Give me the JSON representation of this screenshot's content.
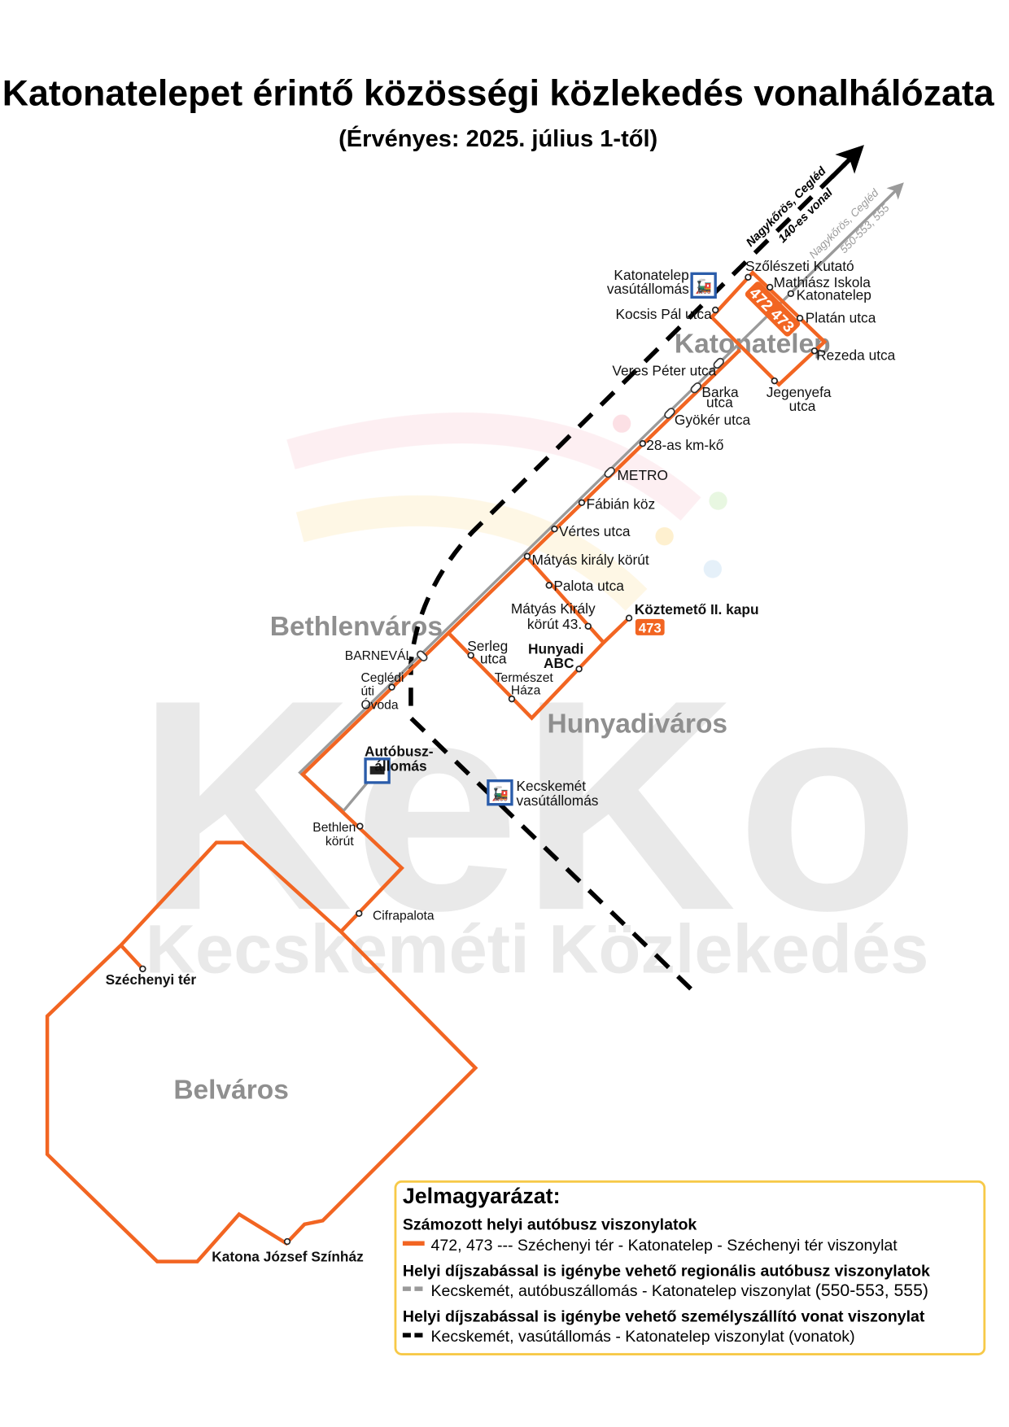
{
  "title": "Katonatelepet érintő közösségi közlekedés vonalhálózata",
  "subtitle": "(Érvényes: 2025. július 1-től)",
  "watermark": {
    "logo": "KeKo",
    "text": "Kecskeméti Közlekedés"
  },
  "colors": {
    "bus_line": "#f26522",
    "regional_bus": "#9a9a9a",
    "rail": "#000000",
    "legend_border": "#f7c948",
    "icon_blue": "#2a5caa"
  },
  "districts": {
    "katonatelep": "Katonatelep",
    "bethlenvaros": "Bethlenváros",
    "hunyadivaros": "Hunyadiváros",
    "belvaros": "Belváros"
  },
  "directions": {
    "rail": [
      "Nagykőrös, Cegléd",
      "140-es vonal"
    ],
    "regional": [
      "Nagykőrös, Cegléd",
      "550-553, 555"
    ]
  },
  "route_badges": {
    "loop": "472 473",
    "koztemeto": "473"
  },
  "stations": {
    "katonatelep_rail": [
      "Katonatelep",
      "vasútállomás"
    ],
    "bus_station": [
      "Autóbusz-",
      "állomás"
    ],
    "kecskemet_rail": [
      "Kecskemét",
      "vasútállomás"
    ]
  },
  "stops": {
    "szoleszeti": "Szőlészeti Kutató",
    "mathiasz": "Mathiász Iskola",
    "katonatelep": "Katonatelep",
    "platan": "Platán utca",
    "rezeda": "Rezeda utca",
    "jegenyefa": [
      "Jegenyefa",
      "utca"
    ],
    "kocsis": "Kocsis Pál utca",
    "veres": "Veres Péter utca",
    "barka": [
      "Barka",
      "utca"
    ],
    "gyoker": "Gyökér utca",
    "km28": "28-as km-kő",
    "metro": "METRO",
    "fabian": "Fábián köz",
    "vertes": "Vértes utca",
    "matyas": "Mátyás király körút",
    "palota": "Palota utca",
    "matyas43": [
      "Mátyás Király",
      "körút 43."
    ],
    "koztemeto": "Köztemető II. kapu",
    "hunyadi_abc": [
      "Hunyadi",
      "ABC"
    ],
    "termeszet": [
      "Természet",
      "Háza"
    ],
    "serleg": [
      "Serleg",
      "utca"
    ],
    "barneval": "BARNEVÁL",
    "ceglédi": [
      "Ceglédi",
      "úti",
      "Óvoda"
    ],
    "bethlen": [
      "Bethlen",
      "körút"
    ],
    "cifrapalota": "Cifrapalota",
    "szechenyi": "Széchenyi tér",
    "katona": "Katona József Színház"
  },
  "legend": {
    "heading": "Jelmagyarázat:",
    "sections": [
      {
        "title": "Számozott helyi autóbusz viszonylatok",
        "item": "472, 473 --- Széchenyi tér - Katonatelep - Széchenyi tér viszonylat"
      },
      {
        "title": "Helyi díjszabással is igénybe vehető regionális autóbusz viszonylatok",
        "item": "Kecskemét, autóbuszállomás - Katonatelep viszonylat",
        "item_suffix": "(550-553, 555)"
      },
      {
        "title": "Helyi díjszabással is igénybe vehető személyszállító vonat viszonylat",
        "item": "Kecskemét, vasútállomás - Katonatelep viszonylat (vonatok)"
      }
    ]
  }
}
